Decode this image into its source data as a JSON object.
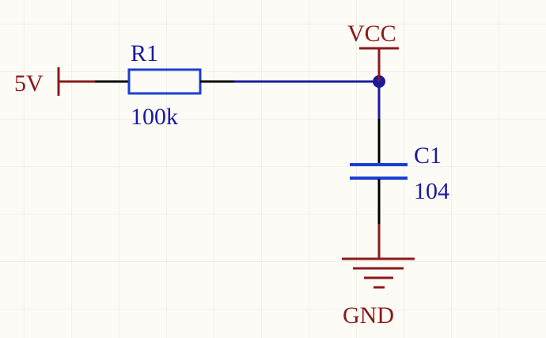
{
  "schematic": {
    "colors": {
      "power": "#8b1a1a",
      "wire": "#1a1aa0",
      "component": "#1b3fd4",
      "pin": "#000000",
      "background": "#fdfbf5"
    },
    "power_port_5v": {
      "label": "5V"
    },
    "power_port_vcc": {
      "label": "VCC"
    },
    "ground_port": {
      "label": "GND"
    },
    "resistor": {
      "designator": "R1",
      "value": "100k"
    },
    "capacitor": {
      "designator": "C1",
      "value": "104"
    }
  }
}
